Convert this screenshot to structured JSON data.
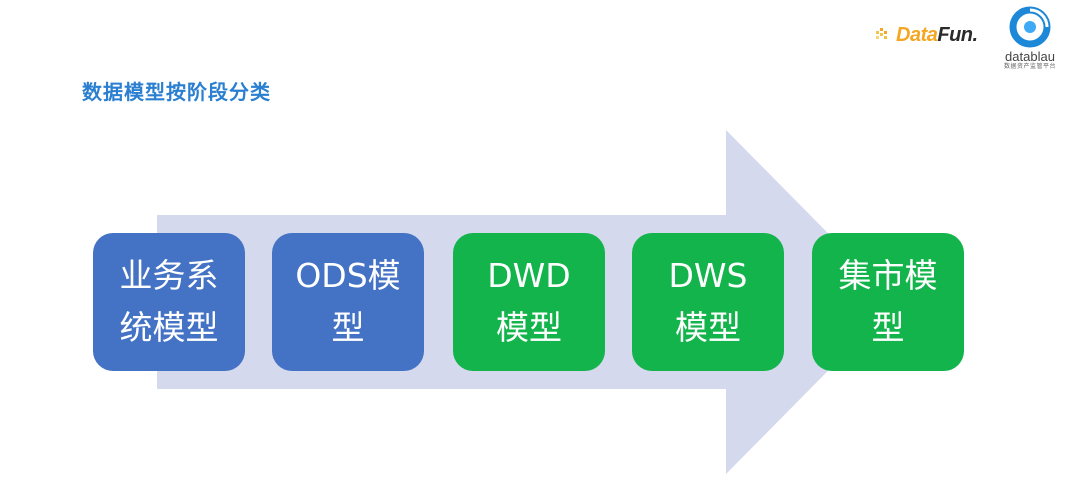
{
  "title": "数据模型按阶段分类",
  "logos": {
    "datafun": {
      "prefix": "Data",
      "suffix": "Fun."
    },
    "datablau": {
      "name": "datablau",
      "subtitle": "数据资产监管平台"
    }
  },
  "colors": {
    "title": "#2a7fd0",
    "arrow": "#d4d9ed",
    "stage_blue": "#4472c4",
    "stage_green": "#13b44b"
  },
  "stages": [
    {
      "label": "业务系统模型",
      "line1": "业务系",
      "line2": "统模型",
      "color": "blue"
    },
    {
      "label": "ODS模型",
      "line1": "ODS模",
      "line2": "型",
      "color": "blue"
    },
    {
      "label": "DWD模型",
      "line1": "DWD",
      "line2": "模型",
      "color": "green"
    },
    {
      "label": "DWS模型",
      "line1": "DWS",
      "line2": "模型",
      "color": "green"
    },
    {
      "label": "集市模型",
      "line1": "集市模",
      "line2": "型",
      "color": "green"
    }
  ]
}
